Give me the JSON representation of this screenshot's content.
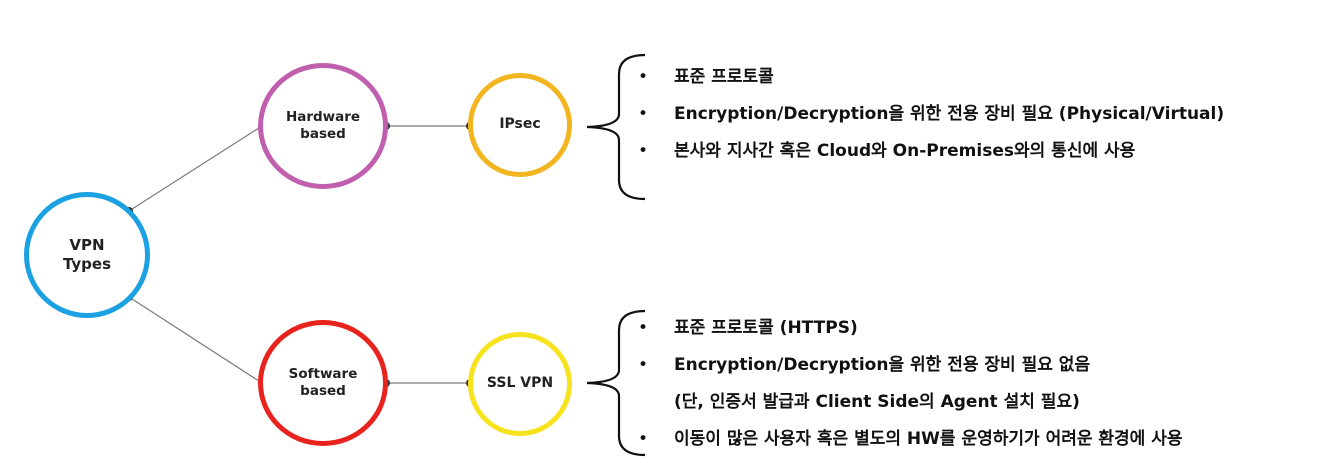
{
  "nodes": {
    "root": [
      "VPN",
      "Types"
    ],
    "hardware": [
      "Hardware",
      "based"
    ],
    "software": [
      "Software",
      "based"
    ],
    "ipsec": "IPsec",
    "ssl": "SSL VPN"
  },
  "ipsec_points": [
    "표준 프로토콜",
    "Encryption/Decryption을 위한 전용 장비 필요 (Physical/Virtual)",
    "본사와 지사간 혹은 Cloud와 On-Premises와의 통신에 사용"
  ],
  "ssl_points": [
    "표준 프로토콜 (HTTPS)",
    "Encryption/Decryption을 위한 전용 장비 필요 없음",
    "(단, 인증서 발급과 Client Side의 Agent 설치 필요)",
    "이동이 많은 사용자 혹은 별도의 HW를 운영하기가 어려운 환경에 사용"
  ],
  "colors": {
    "root": "#1ba1e2",
    "hardware": "#c05fae",
    "software": "#e8231d",
    "ipsec": "#f2b41f",
    "ssl": "#f6e31d",
    "connector": "#7a7a7a"
  }
}
